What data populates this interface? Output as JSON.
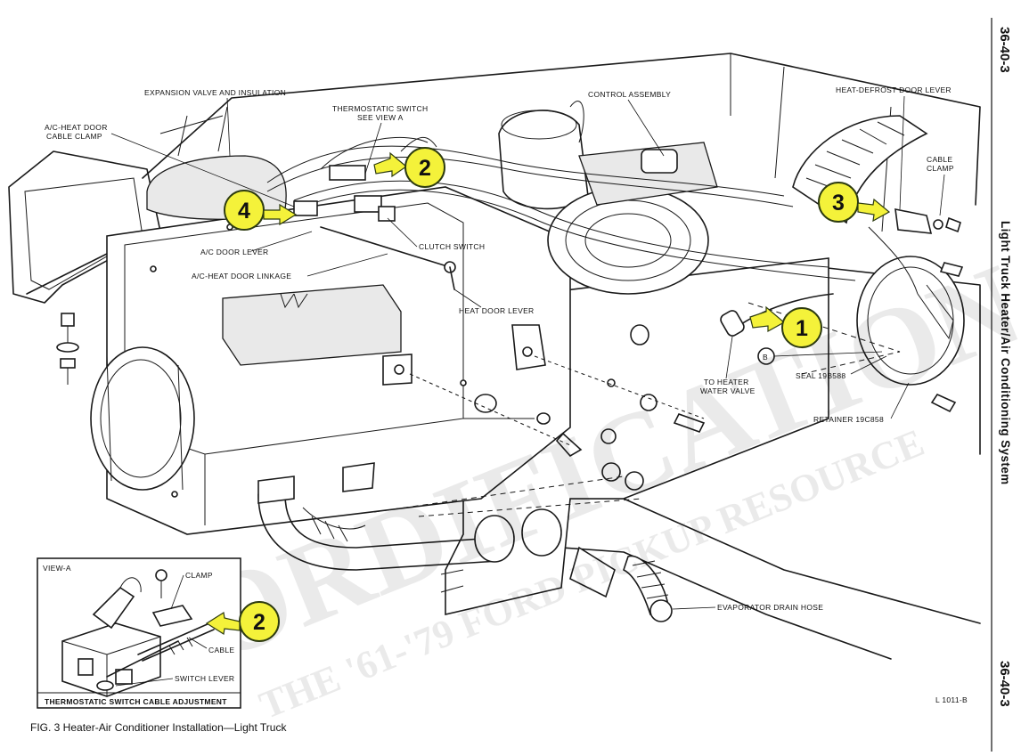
{
  "page": {
    "number_top": "36-40-3",
    "number_bottom": "36-40-3",
    "side_title": "Light Truck Heater/Air Conditioning System",
    "caption": "FIG. 3 Heater-Air Conditioner Installation—Light Truck",
    "figure_code": "L 1011-B"
  },
  "watermark": {
    "main": "FORDIFICATION.COM",
    "sub": "THE '61-'79 FORD PICKUP RESOURCE"
  },
  "labels": {
    "expansion_valve": "EXPANSION VALVE AND INSULATION",
    "thermo_switch_1": "THERMOSTATIC SWITCH",
    "thermo_switch_2": "SEE VIEW A",
    "control_assembly": "CONTROL ASSEMBLY",
    "heat_defrost_lever": "HEAT-DEFROST DOOR LEVER",
    "ac_heat_clamp_1": "A/C-HEAT DOOR",
    "ac_heat_clamp_2": "CABLE CLAMP",
    "cable_clamp_1": "CABLE",
    "cable_clamp_2": "CLAMP",
    "ac_door_lever": "A/C DOOR LEVER",
    "ac_heat_linkage": "A/C-HEAT DOOR LINKAGE",
    "clutch_switch": "CLUTCH SWITCH",
    "heat_door_lever": "HEAT DOOR LEVER",
    "to_heater_1": "TO HEATER",
    "to_heater_2": "WATER VALVE",
    "seal": "SEAL 19B588",
    "retainer": "RETAINER 19C858",
    "evap_drain": "EVAPORATOR DRAIN HOSE",
    "marker_b": "B"
  },
  "inset": {
    "title": "VIEW-A",
    "clamp": "CLAMP",
    "cable": "CABLE",
    "switch_lever": "SWITCH LEVER",
    "footer": "THERMOSTATIC SWITCH CABLE ADJUSTMENT"
  },
  "callouts": [
    {
      "number": "1"
    },
    {
      "number": "2"
    },
    {
      "number": "3"
    },
    {
      "number": "4"
    },
    {
      "number": "2"
    }
  ],
  "colors": {
    "callout_fill": "#f4f23a",
    "callout_stroke": "#2d3b10",
    "ink": "#1a1a1a",
    "paper": "#ffffff"
  }
}
